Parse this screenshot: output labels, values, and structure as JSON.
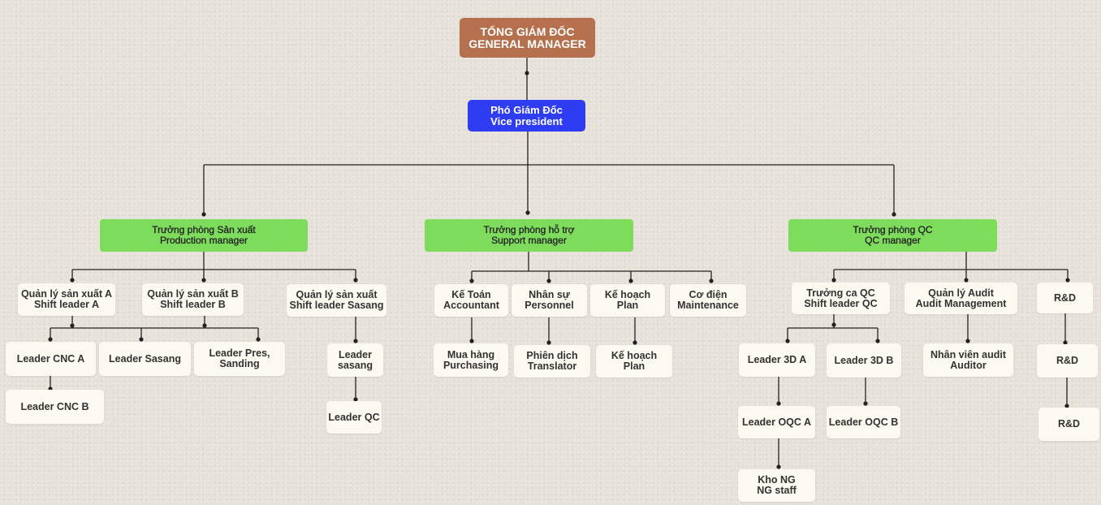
{
  "gm": {
    "l1": "TỔNG GIÁM ĐỐC",
    "l2": "GENERAL MANAGER"
  },
  "vp": {
    "l1": "Phó  Giám Đốc",
    "l2": "Vice president"
  },
  "prod_mgr": {
    "l1": "Trưởng phòng Sản xuất",
    "l2": "Production manager"
  },
  "support_mgr": {
    "l1": "Trưởng phòng hỗ trợ",
    "l2": "Support manager"
  },
  "qc_mgr": {
    "l1": "Trưởng phòng QC",
    "l2": "QC manager"
  },
  "shift_a": {
    "l1": "Quản lý sản xuất A",
    "l2": "Shift leader A"
  },
  "shift_b": {
    "l1": "Quản lý sản xuất B",
    "l2": "Shift leader B"
  },
  "shift_sasang": {
    "l1": "Quản lý sản xuất",
    "l2": "Shift leader Sasang"
  },
  "leader_cnc_a": {
    "l1": "Leader CNC A"
  },
  "leader_sasang_prod": {
    "l1": "Leader Sasang"
  },
  "leader_pres": {
    "l1": "Leader Pres,",
    "l2": "Sanding"
  },
  "leader_cnc_b": {
    "l1": "Leader CNC B"
  },
  "leader_sasang": {
    "l1": "Leader",
    "l2": "sasang"
  },
  "leader_qc": {
    "l1": "Leader QC"
  },
  "accountant": {
    "l1": "Kế Toán",
    "l2": "Accountant"
  },
  "personnel": {
    "l1": "Nhân sự",
    "l2": "Personnel"
  },
  "plan": {
    "l1": "Kế hoạch",
    "l2": "Plan"
  },
  "maintenance": {
    "l1": "Cơ điện",
    "l2": "Maintenance"
  },
  "purchasing": {
    "l1": "Mua hàng",
    "l2": "Purchasing"
  },
  "translator": {
    "l1": "Phiên dịch",
    "l2": "Translator"
  },
  "plan2": {
    "l1": "Kế hoạch",
    "l2": "Plan"
  },
  "shift_qc": {
    "l1": "Trưởng ca QC",
    "l2": "Shift leader QC"
  },
  "audit_mgmt": {
    "l1": "Quản lý Audit",
    "l2": "Audit Management"
  },
  "rd1": {
    "l1": "R&D"
  },
  "leader_3d_a": {
    "l1": "Leader 3D A"
  },
  "leader_3d_b": {
    "l1": "Leader 3D B"
  },
  "auditor": {
    "l1": "Nhân viên audit",
    "l2": "Auditor"
  },
  "rd2": {
    "l1": "R&D"
  },
  "leader_oqc_a": {
    "l1": "Leader OQC A"
  },
  "leader_oqc_b": {
    "l1": "Leader OQC B"
  },
  "rd3": {
    "l1": "R&D"
  },
  "ng_staff": {
    "l1": "Kho NG",
    "l2": "NG staff"
  },
  "colors": {
    "gm": "#b5704e",
    "vp": "#2f3df2",
    "manager": "#7ddc5c",
    "card": "#fcf9f1",
    "line": "#222222"
  }
}
